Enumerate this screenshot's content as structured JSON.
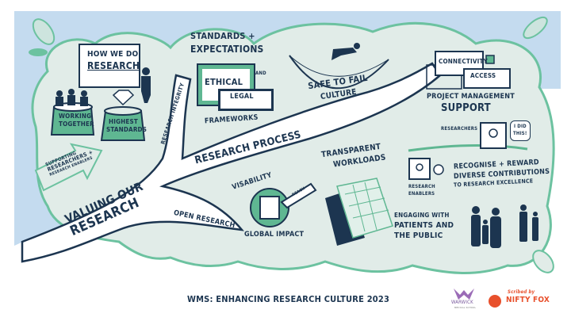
{
  "title": "WMS: Enhancing Research Culture 2023",
  "center": {
    "line1": "Valuing our",
    "line2": "Research"
  },
  "branches": {
    "research_integrity": "Research Integrity",
    "research_process": "Research Process",
    "open_research": "Open Research"
  },
  "left": {
    "board_line1": "How we do",
    "board_line2": "Research",
    "working_together": [
      "Working",
      "Together"
    ],
    "highest_standards": [
      "Highest",
      "Standards"
    ],
    "supporting": [
      "Supporting",
      "Researchers +",
      "Research Enablers"
    ]
  },
  "standards": {
    "heading1": "Standards +",
    "heading2": "Expectations",
    "ethical": "Ethical",
    "and": "and",
    "legal": "Legal",
    "frameworks": "Frameworks"
  },
  "safe_to_fail": [
    "Safe to fail",
    "Culture"
  ],
  "project_management": {
    "connectivity": "Connectivity",
    "access": "Access",
    "line1": "Project Management",
    "line2": "Support",
    "researchers": "Researchers",
    "speech": [
      "I did",
      "this!"
    ]
  },
  "recognise": {
    "enablers": [
      "Research",
      "Enablers"
    ],
    "line1": "Recognise + Reward",
    "line2": "Diverse Contributions",
    "line3": "to Research Excellence"
  },
  "workloads": [
    "Transparent",
    "Workloads"
  ],
  "impact": {
    "visability": "Visability",
    "reach": "Reach",
    "global": "Global Impact"
  },
  "engaging": [
    "Engaging with",
    "Patients and",
    "the Public"
  ],
  "footer": {
    "warwick": "Warwick",
    "warwick_sub": "Medical School",
    "scribed_by": "Scribed by",
    "nifty_fox": "Nifty Fox"
  },
  "colors": {
    "navy": "#1c3550",
    "green": "#5fb792",
    "cloud": "#e1ece8",
    "sky": "#c4dbef",
    "fox": "#e8502c"
  }
}
